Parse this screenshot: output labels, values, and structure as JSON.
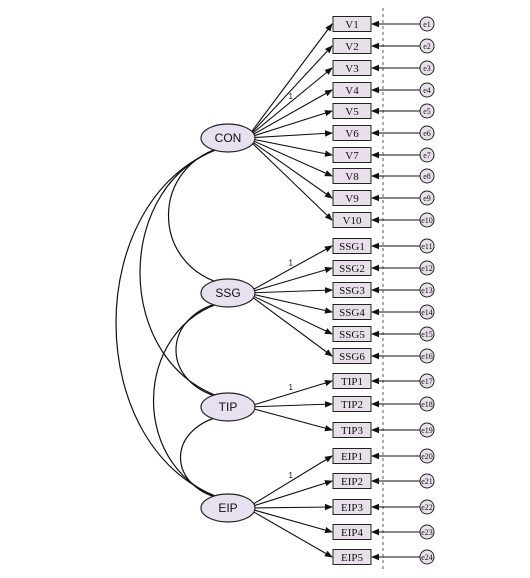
{
  "latents": [
    {
      "id": "CON",
      "label": "CON"
    },
    {
      "id": "SSG",
      "label": "SSG"
    },
    {
      "id": "TIP",
      "label": "TIP"
    },
    {
      "id": "EIP",
      "label": "EIP"
    }
  ],
  "indicators": [
    {
      "label": "V1",
      "error": "e1",
      "factor": "CON"
    },
    {
      "label": "V2",
      "error": "e2",
      "factor": "CON"
    },
    {
      "label": "V3",
      "error": "e3",
      "factor": "CON"
    },
    {
      "label": "V4",
      "error": "e4",
      "factor": "CON"
    },
    {
      "label": "V5",
      "error": "e5",
      "factor": "CON"
    },
    {
      "label": "V6",
      "error": "e6",
      "factor": "CON"
    },
    {
      "label": "V7",
      "error": "e7",
      "factor": "CON"
    },
    {
      "label": "V8",
      "error": "e8",
      "factor": "CON"
    },
    {
      "label": "V9",
      "error": "e9",
      "factor": "CON"
    },
    {
      "label": "V10",
      "error": "e10",
      "factor": "CON"
    },
    {
      "label": "SSG1",
      "error": "e11",
      "factor": "SSG"
    },
    {
      "label": "SSG2",
      "error": "e12",
      "factor": "SSG"
    },
    {
      "label": "SSG3",
      "error": "e13",
      "factor": "SSG"
    },
    {
      "label": "SSG4",
      "error": "e14",
      "factor": "SSG"
    },
    {
      "label": "SSG5",
      "error": "e15",
      "factor": "SSG"
    },
    {
      "label": "SSG6",
      "error": "e16",
      "factor": "SSG"
    },
    {
      "label": "TIP1",
      "error": "e17",
      "factor": "TIP"
    },
    {
      "label": "TIP2",
      "error": "e18",
      "factor": "TIP"
    },
    {
      "label": "TIP3",
      "error": "e19",
      "factor": "TIP"
    },
    {
      "label": "EIP1",
      "error": "e20",
      "factor": "EIP"
    },
    {
      "label": "EIP2",
      "error": "e21",
      "factor": "EIP"
    },
    {
      "label": "EIP3",
      "error": "e22",
      "factor": "EIP"
    },
    {
      "label": "EIP4",
      "error": "e23",
      "factor": "EIP"
    },
    {
      "label": "EIP5",
      "error": "e24",
      "factor": "EIP"
    }
  ],
  "fixed_loadings": [
    {
      "factor": "CON",
      "indicator": "V3",
      "label": "1"
    },
    {
      "factor": "SSG",
      "indicator": "SSG1",
      "label": "1"
    },
    {
      "factor": "TIP",
      "indicator": "TIP1",
      "label": "1"
    },
    {
      "factor": "EIP",
      "indicator": "EIP1",
      "label": "1"
    }
  ],
  "covariances": [
    [
      "CON",
      "SSG"
    ],
    [
      "CON",
      "TIP"
    ],
    [
      "CON",
      "EIP"
    ],
    [
      "SSG",
      "TIP"
    ],
    [
      "SSG",
      "EIP"
    ],
    [
      "TIP",
      "EIP"
    ]
  ],
  "colors": {
    "node_fill": "#e8dfea",
    "latent_fill": "#e7e0ee",
    "stroke": "#111111"
  }
}
